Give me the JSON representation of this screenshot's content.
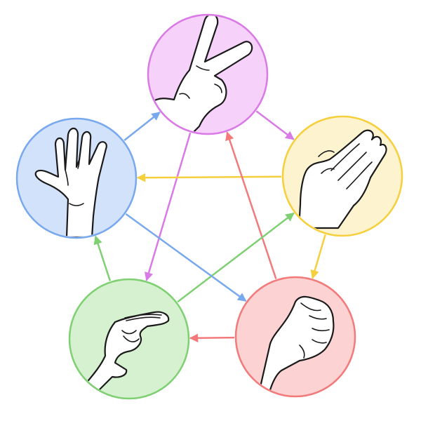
{
  "nodes": [
    {
      "id": "scissors",
      "icon": "scissors-hand-icon",
      "color": "#d97ae6",
      "fill": "#f6d2fb"
    },
    {
      "id": "paper",
      "icon": "paper-hand-icon",
      "color": "#f6cf3d",
      "fill": "#fdf4cf"
    },
    {
      "id": "rock",
      "icon": "rock-fist-icon",
      "color": "#f27a7a",
      "fill": "#fdd2d2"
    },
    {
      "id": "lizard",
      "icon": "lizard-hand-icon",
      "color": "#7fcf73",
      "fill": "#d5f1cf"
    },
    {
      "id": "spock",
      "icon": "spock-hand-icon",
      "color": "#78a8ee",
      "fill": "#d3e2fb"
    }
  ],
  "edges": [
    {
      "from": "scissors",
      "to": "paper",
      "color": "#d97ae6"
    },
    {
      "from": "scissors",
      "to": "lizard",
      "color": "#d97ae6"
    },
    {
      "from": "paper",
      "to": "rock",
      "color": "#f6cf3d"
    },
    {
      "from": "paper",
      "to": "spock",
      "color": "#f6cf3d"
    },
    {
      "from": "rock",
      "to": "lizard",
      "color": "#f27a7a"
    },
    {
      "from": "rock",
      "to": "scissors",
      "color": "#f27a7a"
    },
    {
      "from": "lizard",
      "to": "spock",
      "color": "#7fcf73"
    },
    {
      "from": "lizard",
      "to": "paper",
      "color": "#7fcf73"
    },
    {
      "from": "spock",
      "to": "scissors",
      "color": "#78a8ee"
    },
    {
      "from": "spock",
      "to": "rock",
      "color": "#78a8ee"
    }
  ]
}
